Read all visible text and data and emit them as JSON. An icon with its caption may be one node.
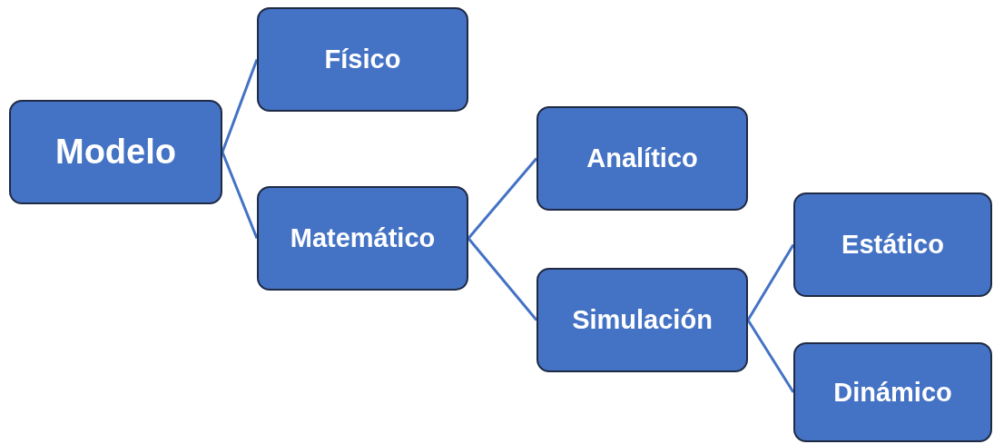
{
  "diagram": {
    "nodes": [
      {
        "text": [
          "Modelo"
        ]
      },
      {
        "text": [
          "Físico"
        ]
      },
      {
        "text": [
          "Matemático"
        ]
      },
      {
        "text": [
          "Analítico"
        ]
      },
      {
        "text": [
          "Simulación"
        ]
      },
      {
        "text": [
          "Estático"
        ]
      },
      {
        "text": [
          "Dinámico"
        ]
      }
    ],
    "edges": [
      {
        "from": 0,
        "to": 1,
        "arrow": "none"
      },
      {
        "from": 0,
        "to": 2,
        "arrow": "none"
      },
      {
        "from": 2,
        "to": 3,
        "arrow": "none"
      },
      {
        "from": 2,
        "to": 4,
        "arrow": "none"
      },
      {
        "from": 4,
        "to": 5,
        "arrow": "none"
      },
      {
        "from": 4,
        "to": 6,
        "arrow": "none"
      }
    ]
  }
}
